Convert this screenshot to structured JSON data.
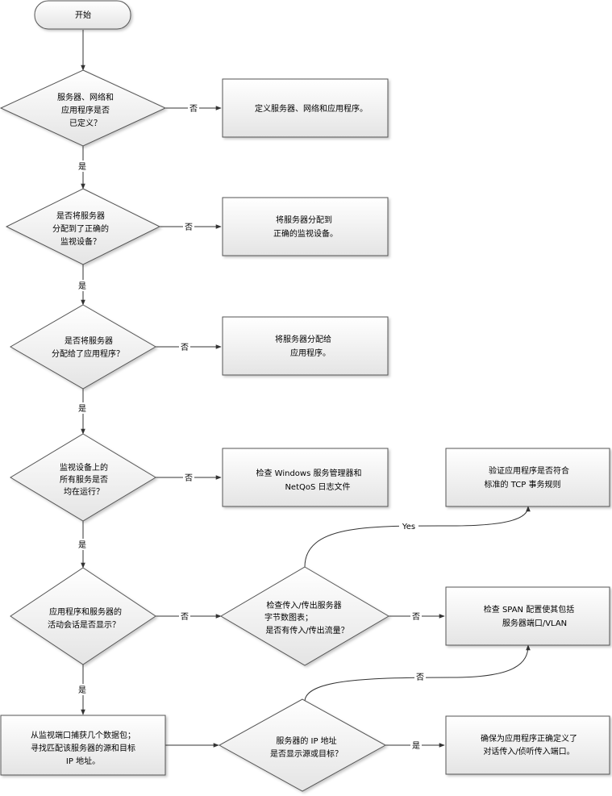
{
  "nodes": {
    "start": {
      "lines": [
        "开始"
      ]
    },
    "d1": {
      "lines": [
        "服务器、网络和",
        "应用程序是否",
        "已定义？"
      ]
    },
    "b1": {
      "lines": [
        "定义服务器、网络和应用程序。"
      ]
    },
    "d2": {
      "lines": [
        "是否将服务器",
        "分配到了正确的",
        "监视设备？"
      ]
    },
    "b2": {
      "lines": [
        "将服务器分配到",
        "正确的监视设备。"
      ]
    },
    "d3": {
      "lines": [
        "是否将服务器",
        "分配给了应用程序？"
      ]
    },
    "b3": {
      "lines": [
        "将服务器分配给",
        "应用程序。"
      ]
    },
    "d4": {
      "lines": [
        "监视设备上的",
        "所有服务是否",
        "均在运行？"
      ]
    },
    "b4": {
      "lines": [
        "检查 Windows 服务管理器和",
        "NetQoS 日志文件"
      ]
    },
    "d5": {
      "lines": [
        "应用程序和服务器的",
        "活动会话是否显示？"
      ]
    },
    "d6": {
      "lines": [
        "检查传入/传出服务器",
        "字节数图表；",
        "是否有传入/传出流量？"
      ]
    },
    "b6yes": {
      "lines": [
        "验证应用程序是否符合",
        "标准的 TCP 事务规则"
      ]
    },
    "b6no": {
      "lines": [
        "检查 SPAN 配置使其包括",
        "服务器端口/VLAN"
      ]
    },
    "b7": {
      "lines": [
        "从监视端口捕获几个数据包；",
        "寻找匹配该服务器的源和目标",
        "IP 地址。"
      ]
    },
    "d7": {
      "lines": [
        "服务器的 IP 地址",
        "是否显示源或目标？"
      ]
    },
    "b8": {
      "lines": [
        "确保为应用程序正确定义了",
        "对话传入/侦听传入端口。"
      ]
    }
  },
  "edge_labels": {
    "d1_no": "否",
    "d1_yes": "是",
    "d2_no": "否",
    "d2_yes": "是",
    "d3_no": "否",
    "d3_yes": "是",
    "d4_no": "否",
    "d4_yes": "是",
    "d5_no": "否",
    "d5_yes": "是",
    "d6_yes": "Yes",
    "d6_no": "否",
    "d7_yes": "是",
    "d7_no": "否"
  },
  "colors": {
    "fill_top": "#ffffff",
    "fill_bottom": "#e4e4e4",
    "stroke": "#555555",
    "line": "#333333"
  }
}
